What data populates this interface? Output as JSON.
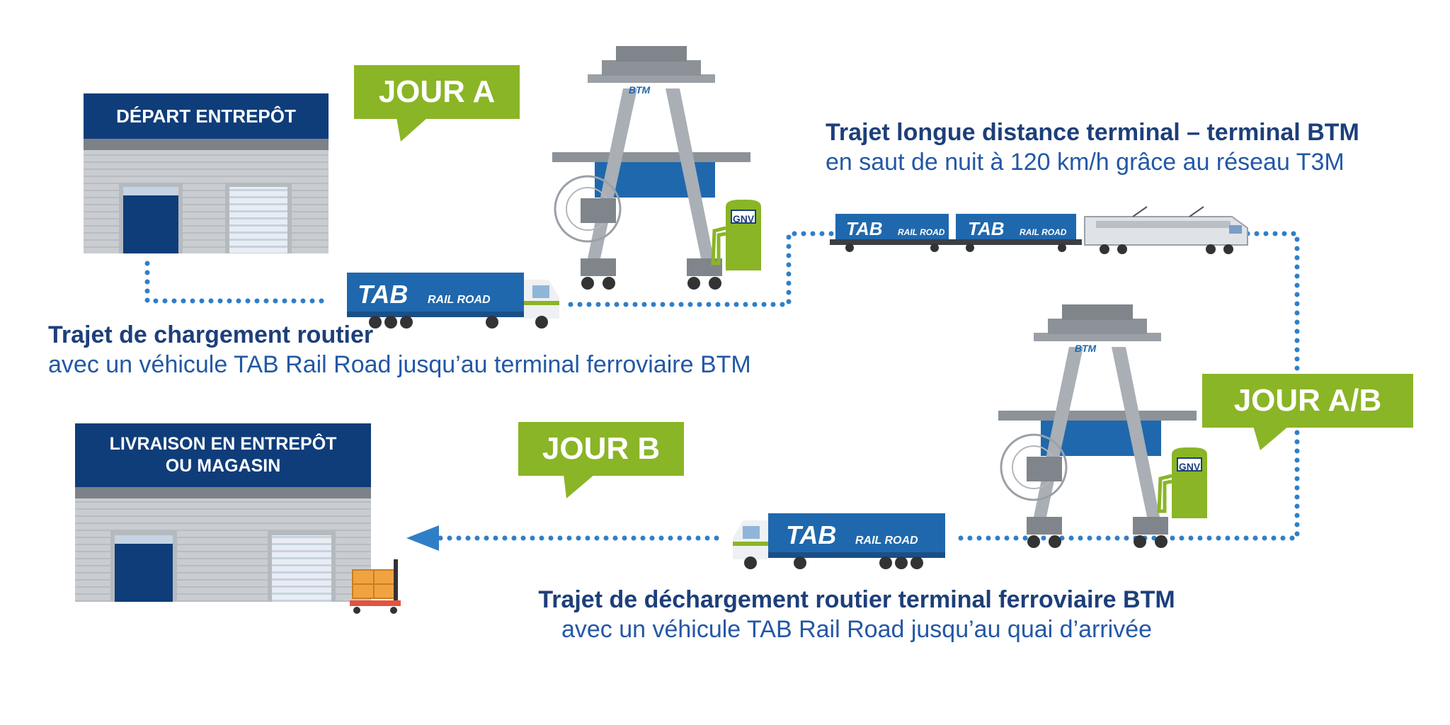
{
  "warehouse_depart": {
    "title": "DÉPART ENTREPÔT"
  },
  "warehouse_arrival": {
    "title_line1": "LIVRAISON EN ENTREPÔT",
    "title_line2": "OU MAGASIN"
  },
  "day_badges": {
    "a": "JOUR A",
    "ab": "JOUR A/B",
    "b": "JOUR B"
  },
  "legs": {
    "loading": {
      "title": "Trajet de chargement routier",
      "desc": "avec un véhicule TAB Rail Road jusqu’au terminal ferroviaire BTM"
    },
    "long_distance": {
      "title": "Trajet longue distance terminal – terminal BTM",
      "desc": "en saut de nuit à 120 km/h grâce au réseau T3M"
    },
    "unloading": {
      "title": "Trajet de déchargement routier terminal ferroviaire BTM",
      "desc": "avec un véhicule TAB Rail Road jusqu’au quai d’arrivée"
    }
  },
  "brand": {
    "tab": "TAB",
    "rail_road": "RAIL ROAD"
  },
  "crane_logo": "BTM",
  "fuel_pump_label": "GNV",
  "colors": {
    "navy": "#0f3d7a",
    "green": "#8ab526",
    "blue": "#2f7fc8",
    "container": "#1f68ad",
    "gray": "#c8cbcf"
  }
}
